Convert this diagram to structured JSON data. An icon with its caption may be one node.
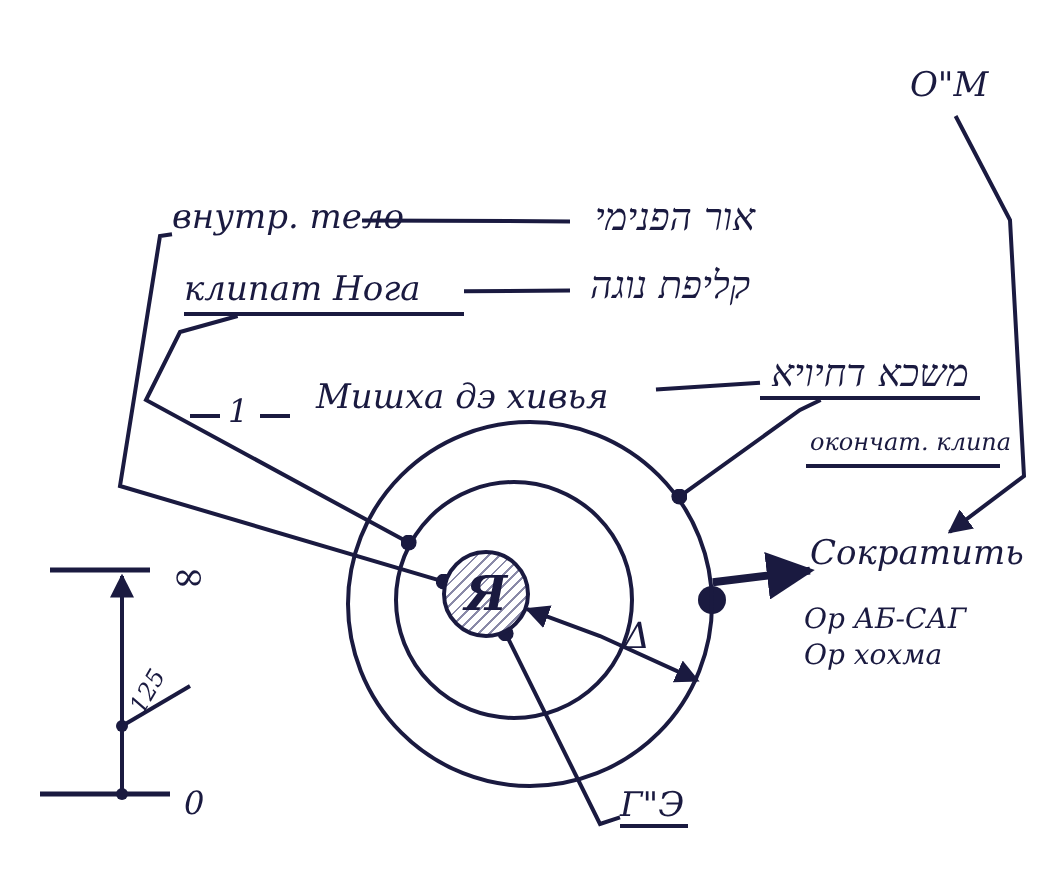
{
  "diagram": {
    "nodes": [
      {
        "text": [],
        "shape": "circle"
      },
      {
        "text": [],
        "shape": "circle",
        "in": 0
      },
      {
        "text": [
          "Я"
        ],
        "in": 1
      },
      {
        "text": [
          "внутр. тело"
        ]
      },
      {
        "text": [
          "אור הפנימי"
        ]
      },
      {
        "text": [
          "клипат Нога"
        ]
      },
      {
        "text": [
          "קליפת נוגה"
        ]
      },
      {
        "text": [
          "Мишха дэ хивья"
        ]
      },
      {
        "text": [
          "משכא דחיויא"
        ]
      },
      {
        "text": [
          "О\"М"
        ]
      },
      {
        "text": [
          "Сократить"
        ]
      },
      {
        "text": [
          "Г\"Э"
        ]
      }
    ],
    "edges": [
      {
        "from": 3,
        "to": 4,
        "arrow": "none"
      },
      {
        "from": 5,
        "to": 6,
        "arrow": "none"
      },
      {
        "from": 7,
        "to": 8,
        "arrow": "none"
      },
      {
        "from": 3,
        "to": 2,
        "arrow": "other"
      },
      {
        "from": 5,
        "to": 1,
        "arrow": "other"
      },
      {
        "from": 8,
        "to": 0,
        "arrow": "other"
      },
      {
        "from": 11,
        "to": 2,
        "arrow": "other"
      },
      {
        "from": 9,
        "to": 10,
        "arrow": "to"
      },
      {
        "from": 0,
        "to": 10,
        "arrow": "to",
        "style": "thick"
      },
      {
        "from": 2,
        "to": 0,
        "arrow": "both"
      }
    ],
    "labels": [
      "1",
      "окончат. клипа",
      "Δ",
      "Ор АБ-САГ",
      "Ор хохма",
      "∞",
      "125",
      "0"
    ]
  }
}
